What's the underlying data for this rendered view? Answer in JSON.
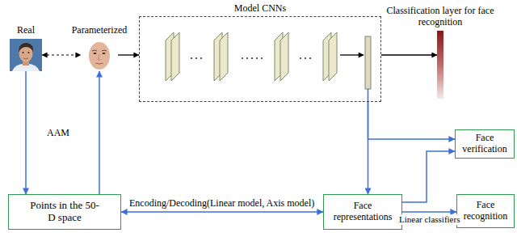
{
  "diagram": {
    "nodes": [
      {
        "text": [
          "Real"
        ]
      },
      {
        "text": [
          "Parameterized"
        ]
      },
      {
        "text": [
          "Model CNNs"
        ]
      },
      {
        "text": [
          "Classification layer for face recognition"
        ]
      },
      {
        "text": [
          "Points in the 50-D space"
        ]
      },
      {
        "text": [
          "Face representations"
        ]
      },
      {
        "text": [
          "Face verification"
        ]
      },
      {
        "text": [
          "Face recognition"
        ]
      }
    ],
    "edges": [
      {
        "from": 0,
        "to": 1,
        "arrow": "both"
      },
      {
        "from": 0,
        "to": 4,
        "arrow": "to"
      },
      {
        "from": 4,
        "to": 1,
        "arrow": "to"
      },
      {
        "from": 1,
        "to": 2,
        "arrow": "to"
      },
      {
        "from": 2,
        "to": 3,
        "arrow": "to"
      },
      {
        "from": 2,
        "to": 5,
        "arrow": "to"
      },
      {
        "from": 2,
        "to": 6,
        "arrow": "to"
      },
      {
        "from": 4,
        "to": 5,
        "arrow": "both",
        "label": "Encoding/Decoding(Linear model, Axis model)"
      },
      {
        "from": 5,
        "to": 6,
        "arrow": "to"
      },
      {
        "from": 5,
        "to": 7,
        "arrow": "to",
        "label": "Linear classifiers"
      }
    ],
    "labels": [
      "AAM"
    ]
  }
}
